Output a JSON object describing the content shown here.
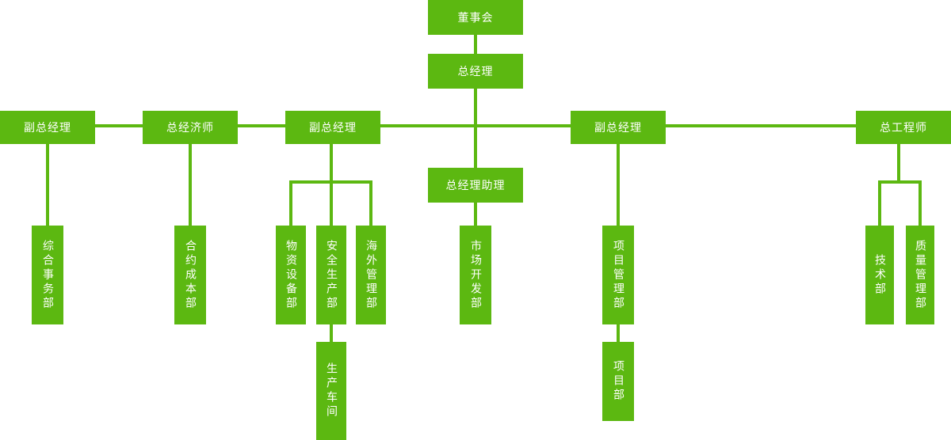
{
  "colors": {
    "node_fill": "#5cb811",
    "node_text": "#ffffff",
    "connector": "#5cb811",
    "background": "#ffffff"
  },
  "nodes": {
    "board": {
      "label": "董事会"
    },
    "general_manager": {
      "label": "总经理"
    },
    "deputy_gm_left": {
      "label": "副总经理"
    },
    "chief_economist": {
      "label": "总经济师"
    },
    "deputy_gm_mid": {
      "label": "副总经理"
    },
    "deputy_gm_right": {
      "label": "副总经理"
    },
    "chief_engineer": {
      "label": "总工程师"
    },
    "gm_assistant": {
      "label": "总经理助理"
    },
    "general_affairs": {
      "label": "综合事务部"
    },
    "contract_cost": {
      "label": "合约成本部"
    },
    "material_equipment": {
      "label": "物资设备部"
    },
    "safety_production": {
      "label": "安全生产部"
    },
    "overseas_management": {
      "label": "海外管理部"
    },
    "market_development": {
      "label": "市场开发部"
    },
    "project_management": {
      "label": "项目管理部"
    },
    "technology": {
      "label": "技术部"
    },
    "quality_management": {
      "label": "质量管理部"
    },
    "production_workshop": {
      "label": "生产车间"
    },
    "project_dept": {
      "label": "项目部"
    }
  },
  "edges": [
    [
      "board",
      "general_manager"
    ],
    [
      "general_manager",
      "deputy_gm_left"
    ],
    [
      "general_manager",
      "chief_economist"
    ],
    [
      "general_manager",
      "deputy_gm_mid"
    ],
    [
      "general_manager",
      "deputy_gm_right"
    ],
    [
      "general_manager",
      "chief_engineer"
    ],
    [
      "general_manager",
      "gm_assistant"
    ],
    [
      "deputy_gm_left",
      "general_affairs"
    ],
    [
      "chief_economist",
      "contract_cost"
    ],
    [
      "deputy_gm_mid",
      "material_equipment"
    ],
    [
      "deputy_gm_mid",
      "safety_production"
    ],
    [
      "deputy_gm_mid",
      "overseas_management"
    ],
    [
      "gm_assistant",
      "market_development"
    ],
    [
      "deputy_gm_right",
      "project_management"
    ],
    [
      "chief_engineer",
      "technology"
    ],
    [
      "chief_engineer",
      "quality_management"
    ],
    [
      "safety_production",
      "production_workshop"
    ],
    [
      "project_management",
      "project_dept"
    ]
  ]
}
